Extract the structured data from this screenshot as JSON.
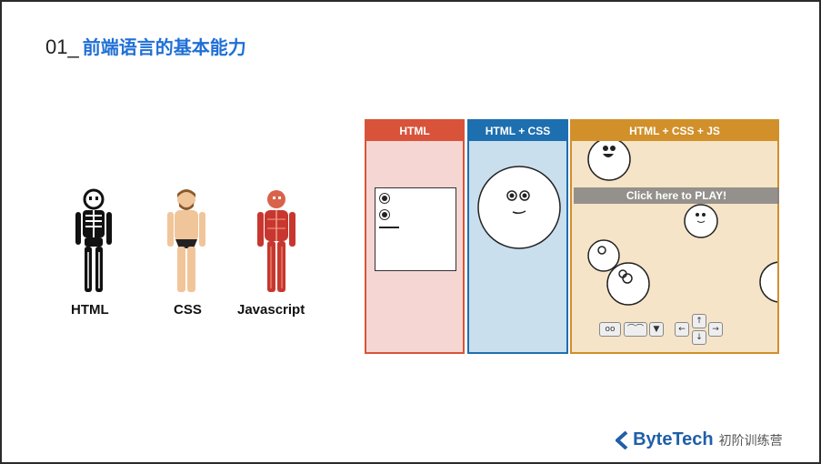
{
  "slide": {
    "number": "01_",
    "title": "前端语言的基本能力"
  },
  "figures": [
    {
      "label": "HTML",
      "icon": "skeleton-icon"
    },
    {
      "label": "CSS",
      "icon": "person-icon"
    },
    {
      "label": "Javascript",
      "icon": "muscle-body-icon"
    }
  ],
  "panels": {
    "html": {
      "header": "HTML",
      "color": "#d8533a"
    },
    "css": {
      "header": "HTML + CSS",
      "color": "#1d6fb0"
    },
    "js": {
      "header": "HTML + CSS + JS",
      "color": "#d1902a",
      "play_text": "Click here to PLAY!"
    }
  },
  "controls": [
    "oo",
    "⌒⌒",
    "▼",
    "←",
    "↑",
    "↓",
    "→"
  ],
  "logo": {
    "brand": "ByteTech",
    "subtitle": "初阶训练营"
  }
}
